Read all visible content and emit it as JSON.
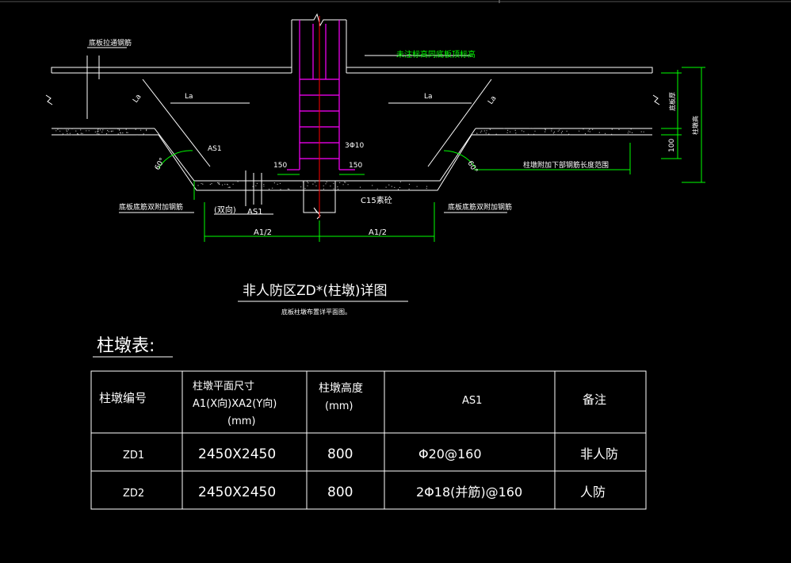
{
  "colors": {
    "background": "#000000",
    "line": "#ffffff",
    "rebar": "#ff00ff",
    "axis": "#ff0000",
    "dimension": "#00ff00",
    "note": "#00ff00"
  },
  "section": {
    "top_left_label": "底板拉通钢筋",
    "green_note": "未注标高同底板顶标高",
    "la_left": "La",
    "la_right": "La",
    "la_diag_left": "La",
    "la_diag_right": "La",
    "as1_upper": "AS1",
    "rebar_label": "3Φ10",
    "dim_150_left": "150",
    "dim_150_right": "150",
    "angle_left": "60°",
    "angle_right": "60°",
    "right_note": "柱墩附加下部钢筋长度范围",
    "left_bottom_note": "底板底筋双附加钢筋",
    "right_bottom_note": "底板底筋双附加钢筋",
    "two_way": "(双向)",
    "as1_lower": "AS1",
    "c15": "C15素砼",
    "dim_a1_left": "A1/2",
    "dim_a1_right": "A1/2",
    "dim_100": "100",
    "dim_slab": "底板厚",
    "dim_total": "柱墩高"
  },
  "detail": {
    "title": "非人防区ZD*(柱墩)详图",
    "subtitle": "底板柱墩布置详平面图。"
  },
  "table": {
    "caption": "柱墩表:",
    "headers": {
      "code": "柱墩编号",
      "size_line1": "柱墩平面尺寸",
      "size_line2": "A1(X向)XA2(Y向)",
      "size_line3": "(mm)",
      "height_line1": "柱墩高度",
      "height_line2": "(mm)",
      "as1": "AS1",
      "remark": "备注"
    },
    "rows": [
      {
        "code": "ZD1",
        "size": "2450X2450",
        "height": "800",
        "as1": "Φ20@160",
        "remark": "非人防"
      },
      {
        "code": "ZD2",
        "size": "2450X2450",
        "height": "800",
        "as1": "2Φ18(并筋)@160",
        "remark": "人防"
      }
    ]
  }
}
